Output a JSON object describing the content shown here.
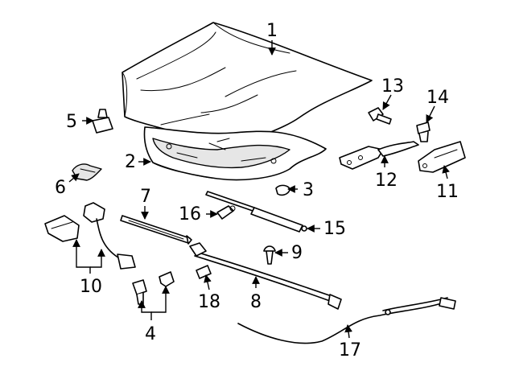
{
  "callouts": [
    {
      "id": "c1",
      "label": "1"
    },
    {
      "id": "c2",
      "label": "2"
    },
    {
      "id": "c3",
      "label": "3"
    },
    {
      "id": "c4",
      "label": "4"
    },
    {
      "id": "c5",
      "label": "5"
    },
    {
      "id": "c6",
      "label": "6"
    },
    {
      "id": "c7",
      "label": "7"
    },
    {
      "id": "c8",
      "label": "8"
    },
    {
      "id": "c9",
      "label": "9"
    },
    {
      "id": "c10",
      "label": "10"
    },
    {
      "id": "c11",
      "label": "11"
    },
    {
      "id": "c12",
      "label": "12"
    },
    {
      "id": "c13",
      "label": "13"
    },
    {
      "id": "c14",
      "label": "14"
    },
    {
      "id": "c15",
      "label": "15"
    },
    {
      "id": "c16",
      "label": "16"
    },
    {
      "id": "c17",
      "label": "17"
    },
    {
      "id": "c18",
      "label": "18"
    }
  ],
  "colors": {
    "line": "#000000",
    "background": "#ffffff",
    "shade": "#e6e6e6"
  }
}
